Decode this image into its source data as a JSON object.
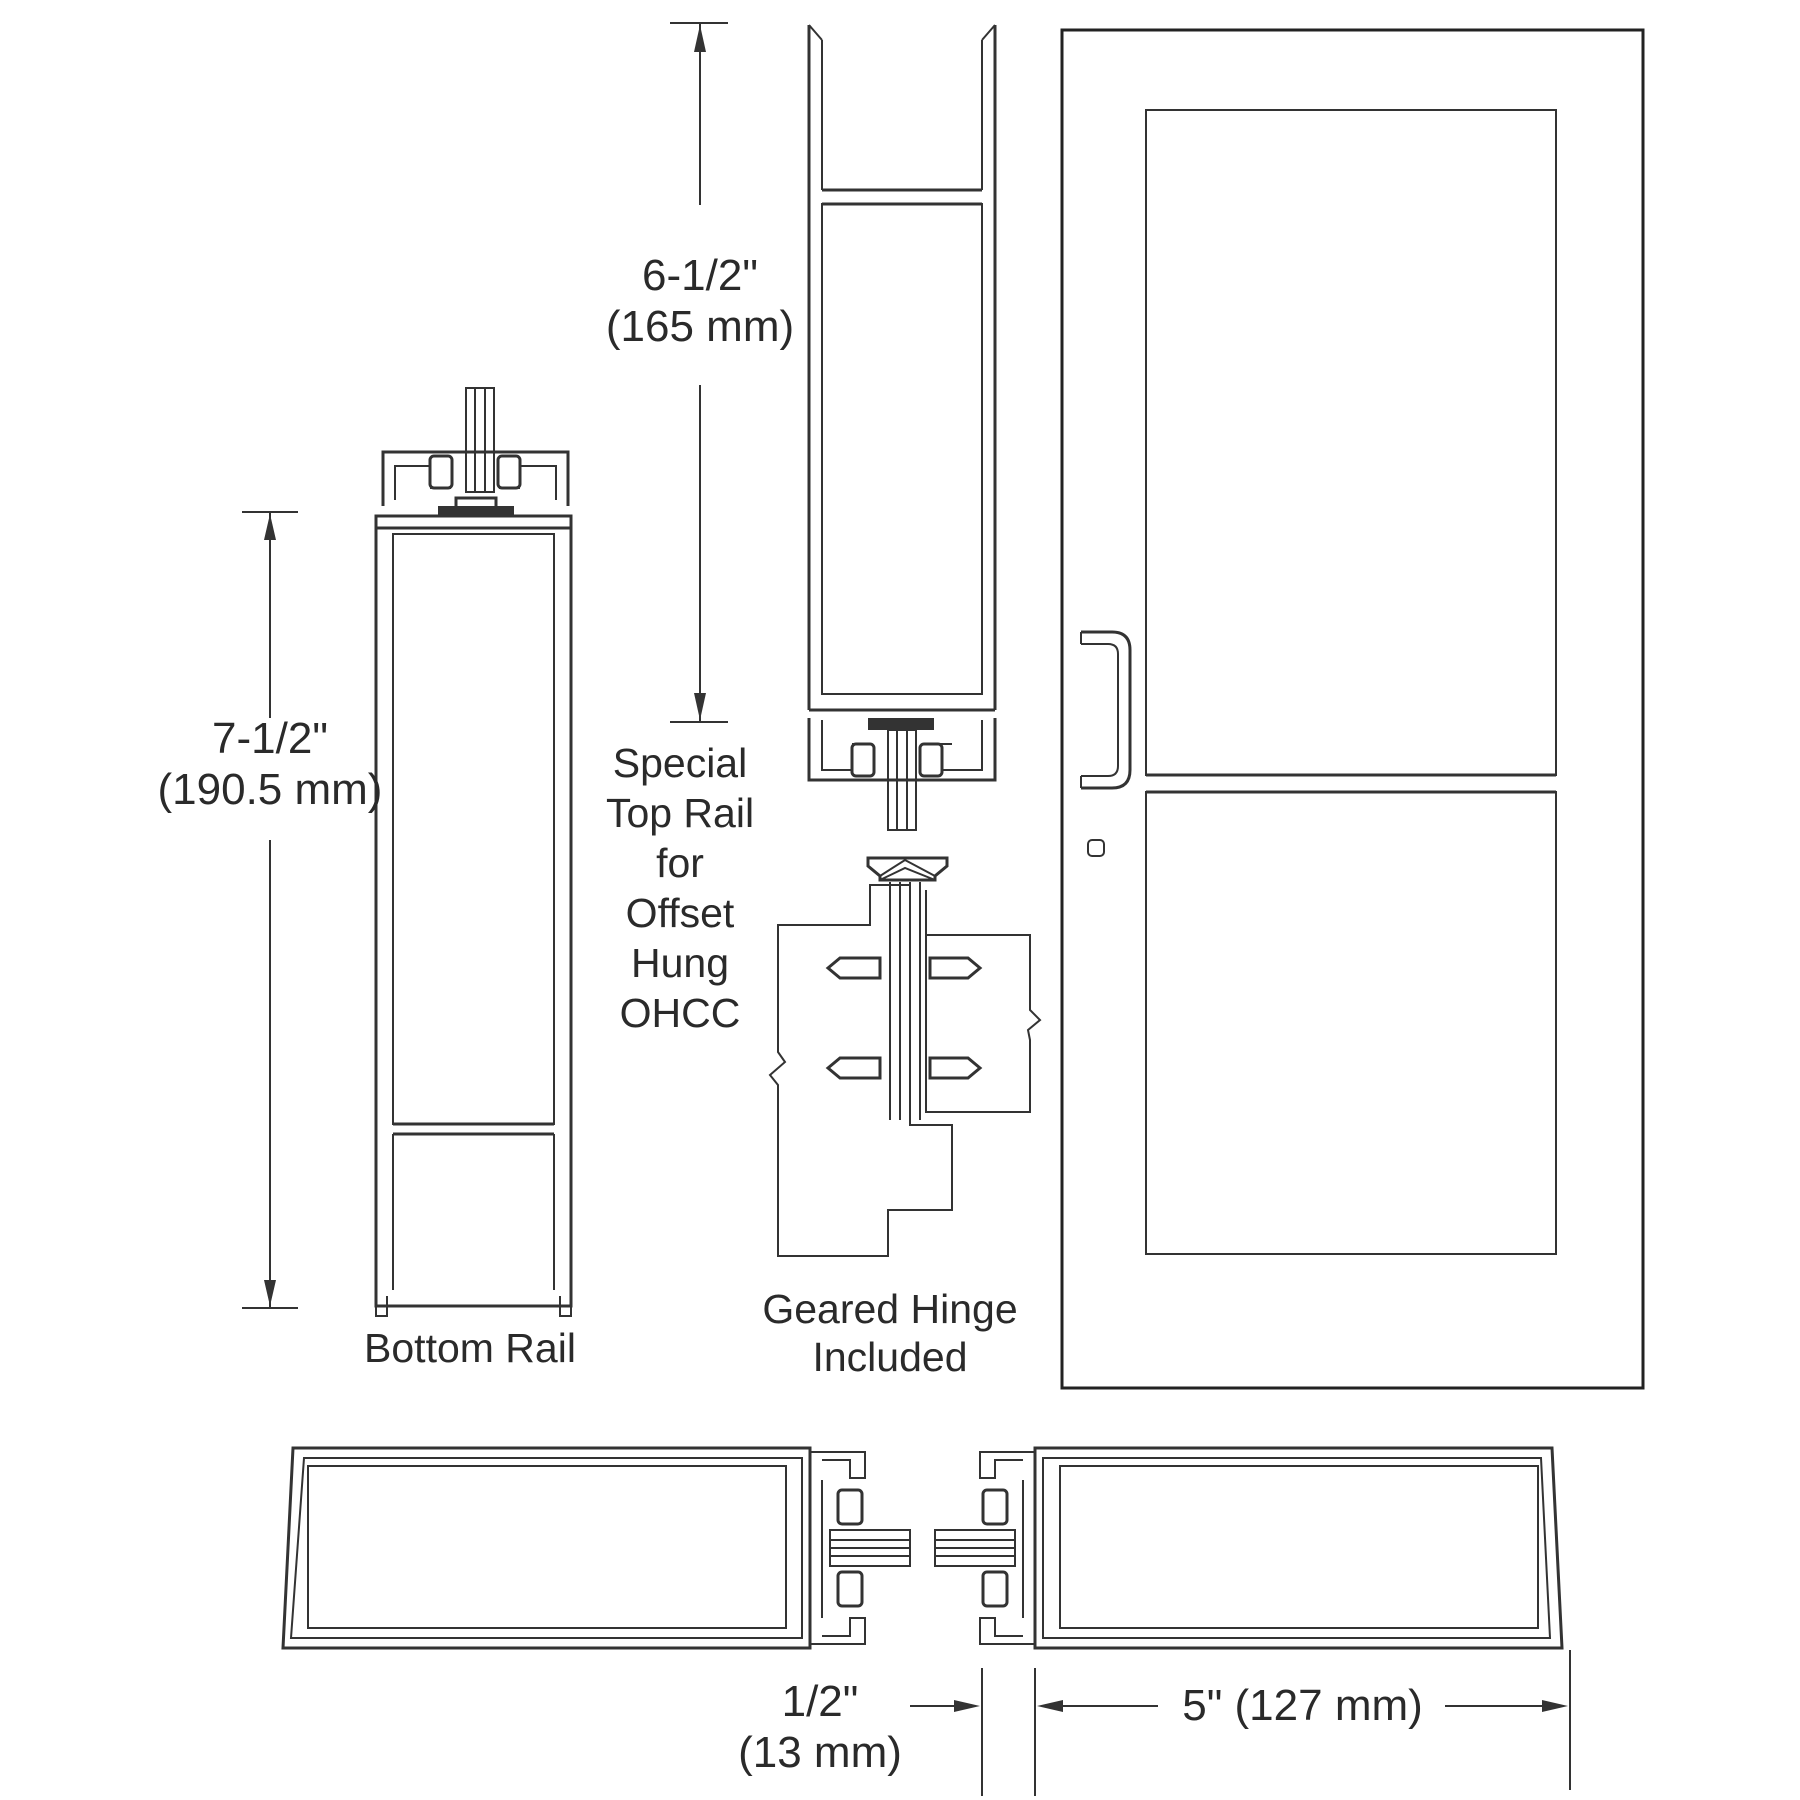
{
  "dimensions": {
    "top_rail": {
      "imperial": "6-1/2\"",
      "metric": "(165 mm)"
    },
    "bottom_rail": {
      "imperial": "7-1/2\"",
      "metric": "(190.5 mm)"
    },
    "stile_gap": {
      "imperial": "1/2\"",
      "metric": "(13 mm)"
    },
    "stile_width": {
      "text": "5\" (127 mm)"
    }
  },
  "captions": {
    "bottom_rail": "Bottom Rail",
    "top_rail": [
      "Special",
      "Top Rail",
      "for",
      "Offset",
      "Hung",
      "OHCC"
    ],
    "hinge": [
      "Geared Hinge",
      "Included"
    ]
  }
}
